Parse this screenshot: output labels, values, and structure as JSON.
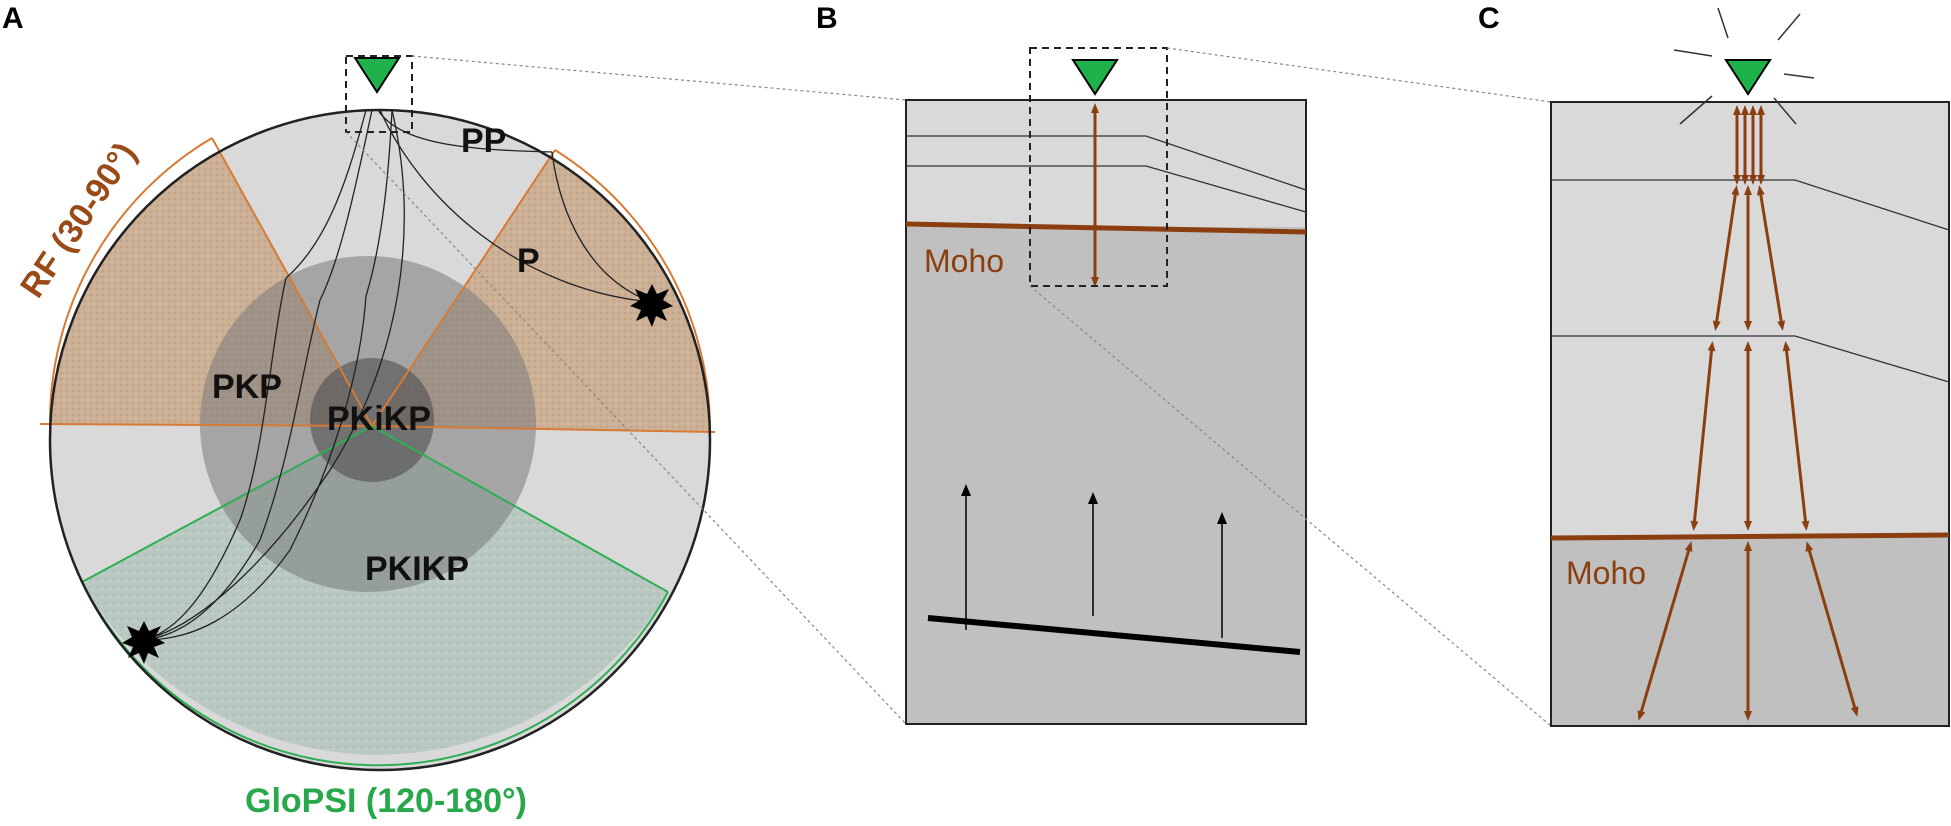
{
  "panels": [
    {
      "letter": "A"
    },
    {
      "letter": "B",
      "moho": "Moho"
    },
    {
      "letter": "C",
      "moho": "Moho"
    }
  ],
  "phases": {
    "pp": "PP",
    "p": "P",
    "pkp": "PKP",
    "pkikp_inner": "PKiKP",
    "pkikp": "PKIKP"
  },
  "methods": {
    "rf": "RF (30-90°)",
    "glopsi": "GloPSI (120-180°)"
  },
  "colors": {
    "moho": "#8b3f10",
    "rf_wedge": "#c9a98c",
    "glopsi_wedge": "#b6c6bf",
    "glopsi_label": "#27a84a",
    "station": "#20b24a",
    "mantle": "#d9d9d9",
    "outer_core": "#8f8f8f",
    "inner_core": "#5d5d5d"
  },
  "icons": [
    "station-triangle-icon",
    "earthquake-star-icon"
  ]
}
